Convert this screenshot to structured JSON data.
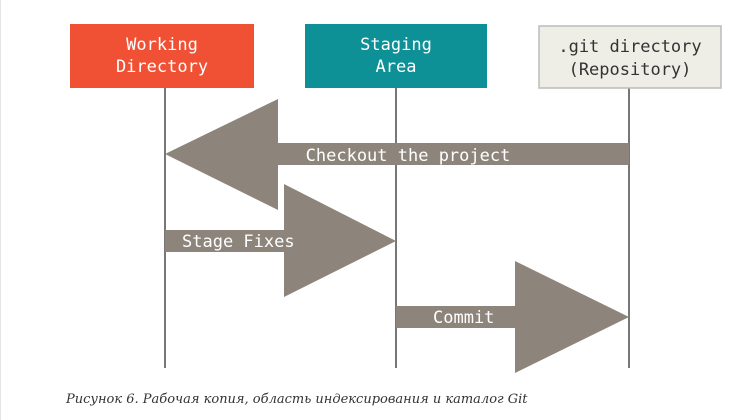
{
  "diagram": {
    "areas": {
      "working": {
        "line1": "Working",
        "line2": "Directory",
        "fill": "#f05033",
        "text_color": "#ffffff"
      },
      "staging": {
        "line1": "Staging",
        "line2": "Area",
        "fill": "#0d9197",
        "text_color": "#ffffff"
      },
      "repository": {
        "line1": ".git directory",
        "line2": "(Repository)",
        "fill": "#eeeee6",
        "stroke": "#bbbbbb",
        "text_color": "#333333"
      }
    },
    "arrows": {
      "checkout": "Checkout the project",
      "stage": "Stage Fixes",
      "commit": "Commit",
      "color": "#8d857b"
    },
    "lifeline_color": "#777777"
  },
  "caption": "Рисунок 6. Рабочая копия, область индексирования и каталог Git"
}
